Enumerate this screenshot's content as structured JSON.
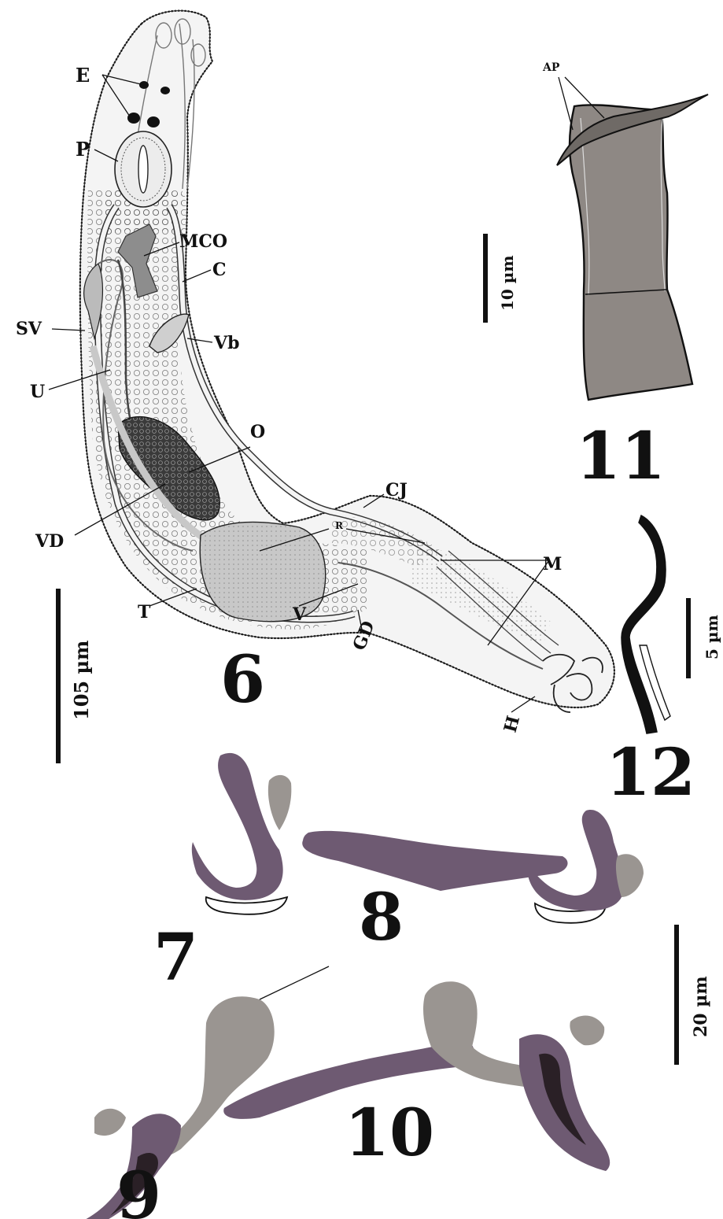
{
  "colors": {
    "ink": "#111111",
    "sclerite_purple": "#6e5a72",
    "sclerite_dark": "#2a2026",
    "accessory_gray": "#9a9591",
    "organ_gray": "#d2d2d2",
    "testis_gray": "#bfbfbf",
    "ovary_dark": "#3a3a3a",
    "mco_gray": "#8d8d8d"
  },
  "figure_numbers": {
    "fig6": "6",
    "fig7": "7",
    "fig8": "8",
    "fig9": "9",
    "fig10": "10",
    "fig11": "11",
    "fig12": "12"
  },
  "organ_labels": {
    "E": "E",
    "P": "P",
    "MCO": "MCO",
    "C": "C",
    "SV": "SV",
    "Vb": "Vb",
    "U": "U",
    "O": "O",
    "CJ": "CJ",
    "M": "M",
    "VD": "VD",
    "T": "T",
    "V": "V",
    "GD": "GD",
    "H": "H",
    "AP": "AP",
    "R": "R"
  },
  "scale_bars": {
    "fig6": "105 µm",
    "fig11": "10 µm",
    "fig12": "5 µm",
    "fig7_10": "20 µm"
  }
}
